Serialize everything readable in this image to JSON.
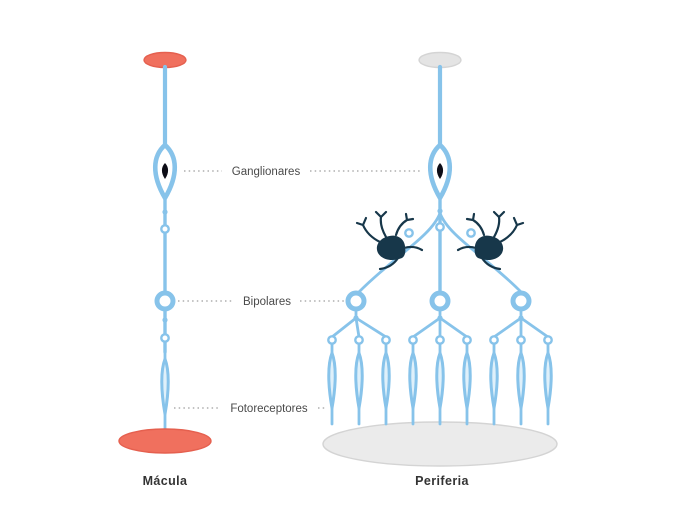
{
  "figure": {
    "annotations": {
      "ganglionares": "Ganglionares",
      "bipolares": "Bipolares",
      "fotoreceptores": "Fotoreceptores"
    },
    "columns": {
      "macula": "Mácula",
      "periferia": "Periferia"
    }
  },
  "colors": {
    "blue": "#87C3EA",
    "salmon": "#F0705E",
    "salmon_dark": "#E5604F",
    "gray_fill": "#E4E4E4",
    "gray_big": "#EBEBEB",
    "gray_stroke": "#D4D4D4",
    "navy": "#17374A",
    "ink": "#0C0C16",
    "photo_fill": "#DFF0FA",
    "label": "#4A4A4A",
    "label_dark": "#333333",
    "dotted": "#9E9E9E",
    "background": "#FFFFFF"
  }
}
